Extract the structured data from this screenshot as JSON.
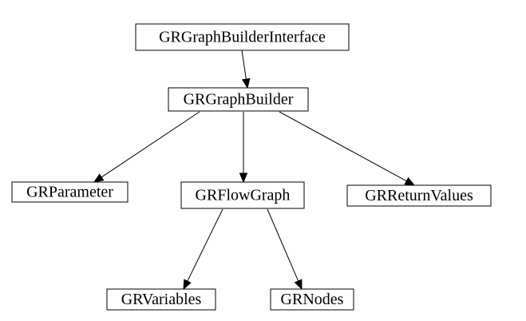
{
  "colors": {
    "background": "#ffffff",
    "stroke": "#000000",
    "text": "#000000"
  },
  "nodes": [
    {
      "id": "interface",
      "label": "GRGraphBuilderInterface"
    },
    {
      "id": "builder",
      "label": "GRGraphBuilder"
    },
    {
      "id": "parameter",
      "label": "GRParameter"
    },
    {
      "id": "flowgraph",
      "label": "GRFlowGraph"
    },
    {
      "id": "returnvalues",
      "label": "GRReturnValues"
    },
    {
      "id": "variables",
      "label": "GRVariables"
    },
    {
      "id": "nodes",
      "label": "GRNodes"
    }
  ],
  "edges": [
    {
      "from": "interface",
      "to": "builder"
    },
    {
      "from": "builder",
      "to": "parameter"
    },
    {
      "from": "builder",
      "to": "flowgraph"
    },
    {
      "from": "builder",
      "to": "returnvalues"
    },
    {
      "from": "flowgraph",
      "to": "variables"
    },
    {
      "from": "flowgraph",
      "to": "nodes"
    }
  ]
}
